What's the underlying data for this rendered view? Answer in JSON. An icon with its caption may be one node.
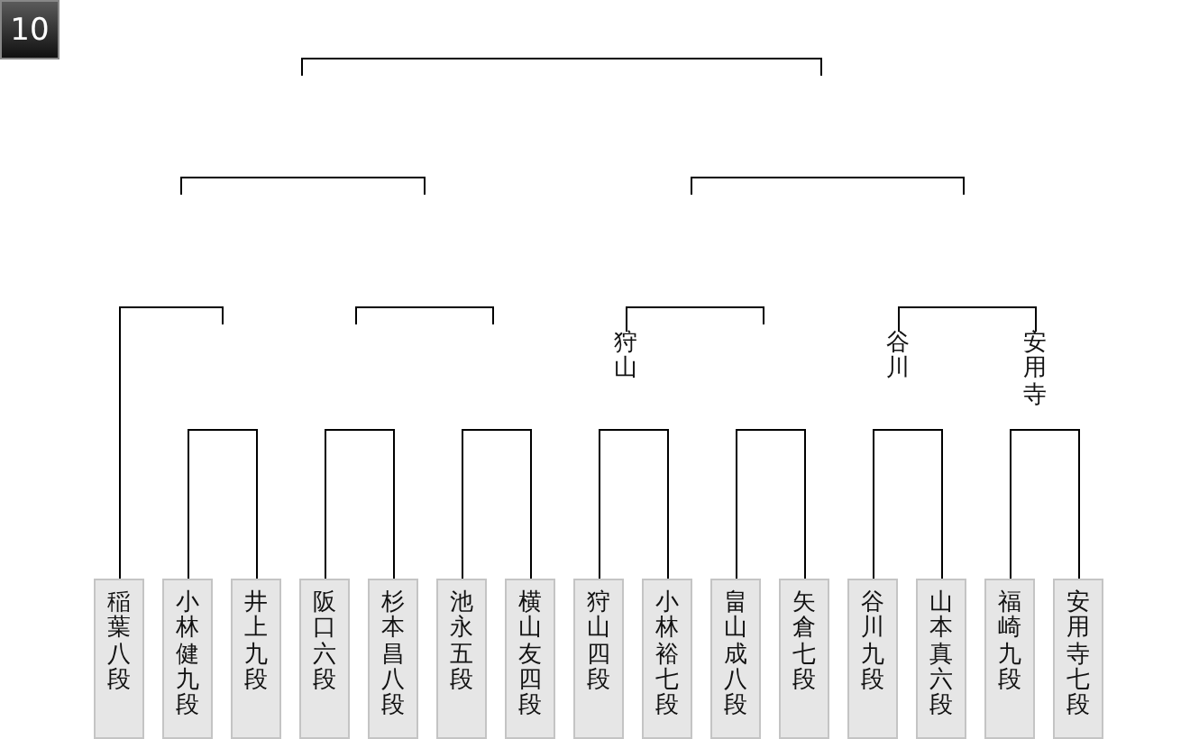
{
  "diagram": {
    "nodes": [
      {
        "text": [
          "10"
        ]
      },
      {
        "text": [
          "狩山"
        ]
      },
      {
        "text": [
          "谷川"
        ]
      },
      {
        "text": [
          "安用寺"
        ]
      },
      {
        "text": [
          "稲葉八段"
        ]
      },
      {
        "text": [
          "小林健九段"
        ]
      },
      {
        "text": [
          "井上九段"
        ]
      },
      {
        "text": [
          "阪口六段"
        ]
      },
      {
        "text": [
          "杉本昌八段"
        ]
      },
      {
        "text": [
          "池永五段"
        ]
      },
      {
        "text": [
          "横山友四段"
        ]
      },
      {
        "text": [
          "狩山四段"
        ]
      },
      {
        "text": [
          "小林裕七段"
        ]
      },
      {
        "text": [
          "畠山成八段"
        ]
      },
      {
        "text": [
          "矢倉七段"
        ]
      },
      {
        "text": [
          "谷川九段"
        ]
      },
      {
        "text": [
          "山本真六段"
        ]
      },
      {
        "text": [
          "福崎九段"
        ]
      },
      {
        "text": [
          "安用寺七段"
        ]
      }
    ],
    "edges": [
      {
        "from": 5,
        "to": 6,
        "arrow": "none"
      },
      {
        "from": 7,
        "to": 8,
        "arrow": "none"
      },
      {
        "from": 9,
        "to": 10,
        "arrow": "none"
      },
      {
        "from": 11,
        "to": 12,
        "arrow": "none"
      },
      {
        "from": 13,
        "to": 14,
        "arrow": "none"
      },
      {
        "from": 15,
        "to": 16,
        "arrow": "none"
      },
      {
        "from": 17,
        "to": 18,
        "arrow": "none"
      },
      {
        "from": 4,
        "to": null,
        "arrow": "none"
      },
      {
        "from": 1,
        "to": null,
        "arrow": "none"
      },
      {
        "from": 2,
        "to": 3,
        "arrow": "none"
      }
    ]
  }
}
